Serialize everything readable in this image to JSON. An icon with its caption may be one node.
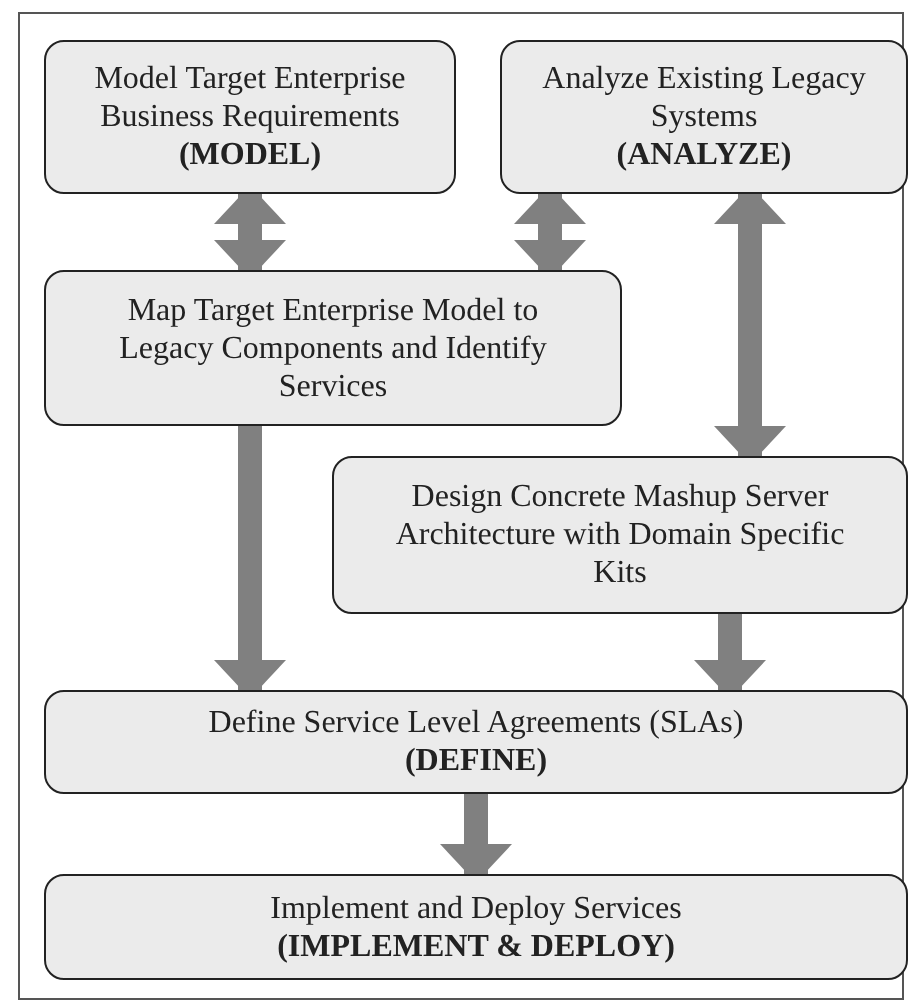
{
  "diagram": {
    "nodes": [
      {
        "text": [
          "Model Target Enterprise Business Requirements",
          "(MODEL)"
        ]
      },
      {
        "text": [
          "Analyze Existing Legacy Systems",
          "(ANALYZE)"
        ]
      },
      {
        "text": [
          "Map Target Enterprise Model to Legacy Components and Identify Services"
        ]
      },
      {
        "text": [
          "Design Concrete Mashup Server Architecture with Domain Specific Kits"
        ]
      },
      {
        "text": [
          "Define Service Level Agreements (SLAs)",
          "(DEFINE)"
        ]
      },
      {
        "text": [
          "Implement and Deploy Services",
          "(IMPLEMENT & DEPLOY)"
        ]
      }
    ],
    "edges": [
      {
        "from": 0,
        "to": 2,
        "arrow": "both"
      },
      {
        "from": 1,
        "to": 2,
        "arrow": "both"
      },
      {
        "from": 1,
        "to": 3,
        "arrow": "both"
      },
      {
        "from": 2,
        "to": 4,
        "arrow": "to"
      },
      {
        "from": 3,
        "to": 4,
        "arrow": "to"
      },
      {
        "from": 4,
        "to": 5,
        "arrow": "to"
      }
    ]
  }
}
